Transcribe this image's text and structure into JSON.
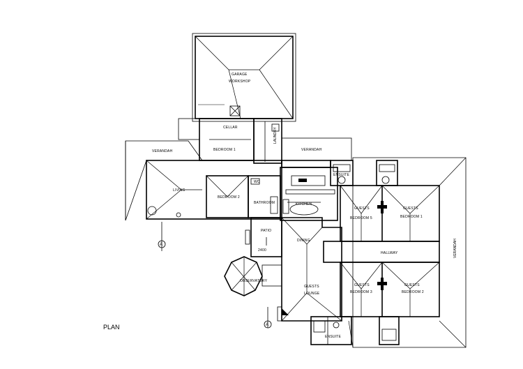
{
  "plan": {
    "title": "PLAN",
    "rooms": {
      "garage": "GARAGE",
      "workshop": "WORKSHOP",
      "cellar": "CELLAR",
      "laundry": "LAUNDRY",
      "verandah_left": "VERANDAH",
      "verandah_mid": "VERANDAH",
      "verandah_right": "VERANDAH",
      "bedroom1_left": "BEDROOM 1",
      "living": "LIVING",
      "bedroom2": "BEDROOM 2",
      "bathroom": "BATHROOM",
      "wc": "WC",
      "kitchen": "KITCHEN",
      "ensuite_top": "ENSUITE",
      "ensuite_bottom": "ENSUITE",
      "guests_bedroom5_a": "GUESTS",
      "guests_bedroom5_b": "BEDROOM 5",
      "guests_bedroom1_a": "GUESTS",
      "guests_bedroom1_b": "BEDROOM 1",
      "guests_bedroom3_a": "GUESTS",
      "guests_bedroom3_b": "BEDROOM 3",
      "guests_bedroom2_a": "GUESTS",
      "guests_bedroom2_b": "BEDROOM 2",
      "hallway": "HALLWAY",
      "patio": "PATIO",
      "patio_dim": "2400",
      "dining": "DINING",
      "observatory": "OBSERVATORY",
      "guests_lounge_a": "GUESTS",
      "guests_lounge_b": "LOUNGE"
    },
    "section_tag": "A"
  }
}
